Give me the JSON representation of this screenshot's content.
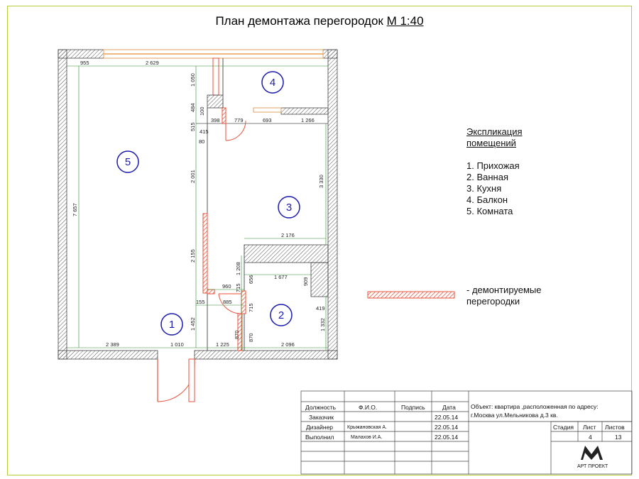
{
  "title": {
    "main": "План демонтажа перегородок",
    "scale": "М 1:40"
  },
  "dimensions": {
    "top": [
      "955",
      "2 629"
    ],
    "left_total": "7 657",
    "center_vertical": [
      "1 050",
      "484",
      "100",
      "515",
      "415",
      "80",
      "2 001",
      "2 155",
      "1 452",
      "870"
    ],
    "corridor": [
      "398",
      "779",
      "693",
      "1 266"
    ],
    "kitchen_height": "3 330",
    "kitchen_width": "2 176",
    "bath_vertical": [
      "1 208",
      "715",
      "715",
      "870"
    ],
    "bath_left": [
      "656",
      "960",
      "155",
      "885"
    ],
    "bath_top": "1 677",
    "bath_right": [
      "909",
      "419",
      "1 332"
    ],
    "bottom": [
      "2 389",
      "1 010",
      "1 225",
      "2 096"
    ]
  },
  "rooms": [
    "1",
    "2",
    "3",
    "4",
    "5"
  ],
  "explication": {
    "title_line1": "Экспликация",
    "title_line2": "помещений",
    "items": [
      "1. Прихожая",
      "2. Ванная",
      "3. Кухня",
      "4. Балкон",
      "5. Комната"
    ]
  },
  "legend": {
    "line1": "- демонтируемые",
    "line2": "перегородки"
  },
  "title_block": {
    "headers": [
      "Должность",
      "Ф.И.О.",
      "Подпись",
      "Дата"
    ],
    "rows": [
      {
        "role": "Заказчик",
        "name": "",
        "date": "22.05.14"
      },
      {
        "role": "Дизайнер",
        "name": "Крыжановская А.",
        "date": "22.05.14"
      },
      {
        "role": "Выполнил",
        "name": "Малахов И.А.",
        "date": "22.05.14"
      }
    ],
    "object_line1": "Объект: квартира ,расположенная по адресу:",
    "object_line2": "г.Москва ул.Мельникова д.3 кв.",
    "stage_label": "Стадия",
    "sheet_label": "Лист",
    "sheets_label": "Листов",
    "stage_value": "",
    "sheet_value": "4",
    "sheets_value": "13",
    "company": "АРТ ПРОЕКТ"
  },
  "colors": {
    "wall_hatch": "#555555",
    "demolish": "#e8523a",
    "window": "#f0b87a",
    "room_marker": "#1a1ab0",
    "frame": "#b5cc3a",
    "dim_line": "#2a8a2a"
  }
}
